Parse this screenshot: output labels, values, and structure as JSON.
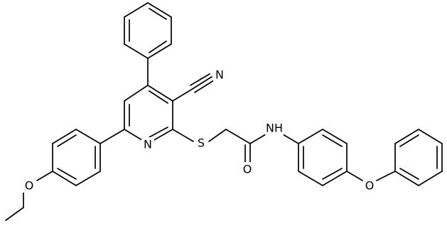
{
  "molecule": {
    "atoms": {
      "nitrile_n": "N",
      "pyridine_n": "N",
      "thioether_s": "S",
      "carbonyl_o": "O",
      "amide_nh": "NH",
      "ether_o_phenoxy": "O",
      "ether_o_ethoxy": "O"
    }
  }
}
